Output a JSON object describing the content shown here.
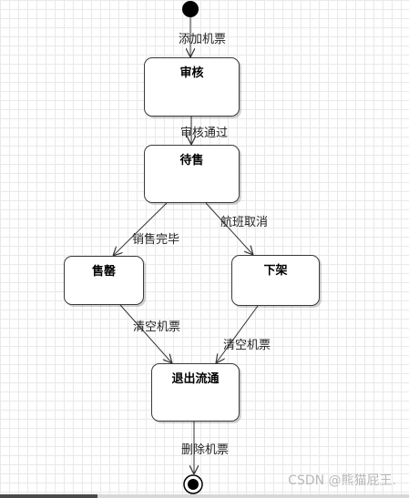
{
  "states": {
    "review": "审核",
    "for_sale": "待售",
    "sold_out": "售罄",
    "delisted": "下架",
    "exit": "退出流通"
  },
  "transitions": {
    "add_ticket": "添加机票",
    "review_passed": "审核通过",
    "sales_complete": "销售完毕",
    "flight_cancelled": "航班取消",
    "clear_tickets_left": "清空机票",
    "clear_tickets_right": "清空机票",
    "delete_ticket": "删除机票"
  },
  "watermark": "CSDN @熊猫屁王."
}
